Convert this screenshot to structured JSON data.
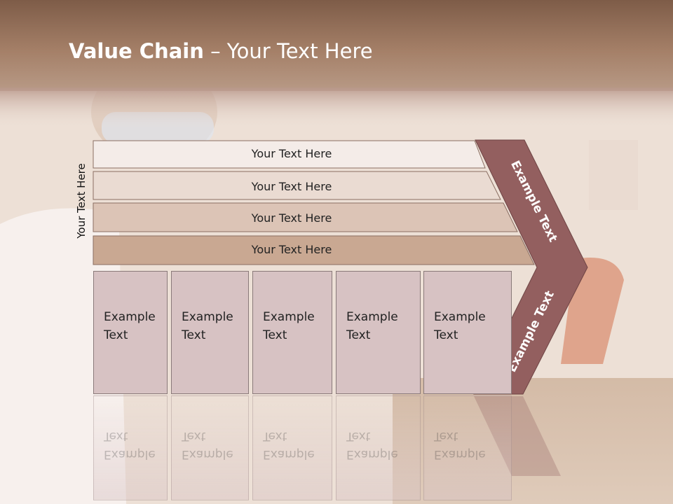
{
  "title": {
    "bold": "Value Chain",
    "rest": " – Your Text Here"
  },
  "side_label": "Your Text Here",
  "rows": [
    {
      "label": "Your Text Here"
    },
    {
      "label": "Your Text Here"
    },
    {
      "label": "Your Text Here"
    },
    {
      "label": "Your Text Here"
    }
  ],
  "arrow": {
    "upper_text": "Example Text",
    "lower_text": "Example Text"
  },
  "boxes": [
    {
      "line1": "Example",
      "line2": "Text"
    },
    {
      "line1": "Example",
      "line2": "Text"
    },
    {
      "line1": "Example",
      "line2": "Text"
    },
    {
      "line1": "Example",
      "line2": "Text"
    },
    {
      "line1": "Example",
      "line2": "Text"
    }
  ],
  "colors": {
    "header_band": "#8c6650",
    "arrow": "#935f5f",
    "row1": "#f4ece8",
    "row2": "#eadbd2",
    "row3": "#dcc4b6",
    "row4": "#c9a892",
    "box": "#d7c2c3"
  }
}
